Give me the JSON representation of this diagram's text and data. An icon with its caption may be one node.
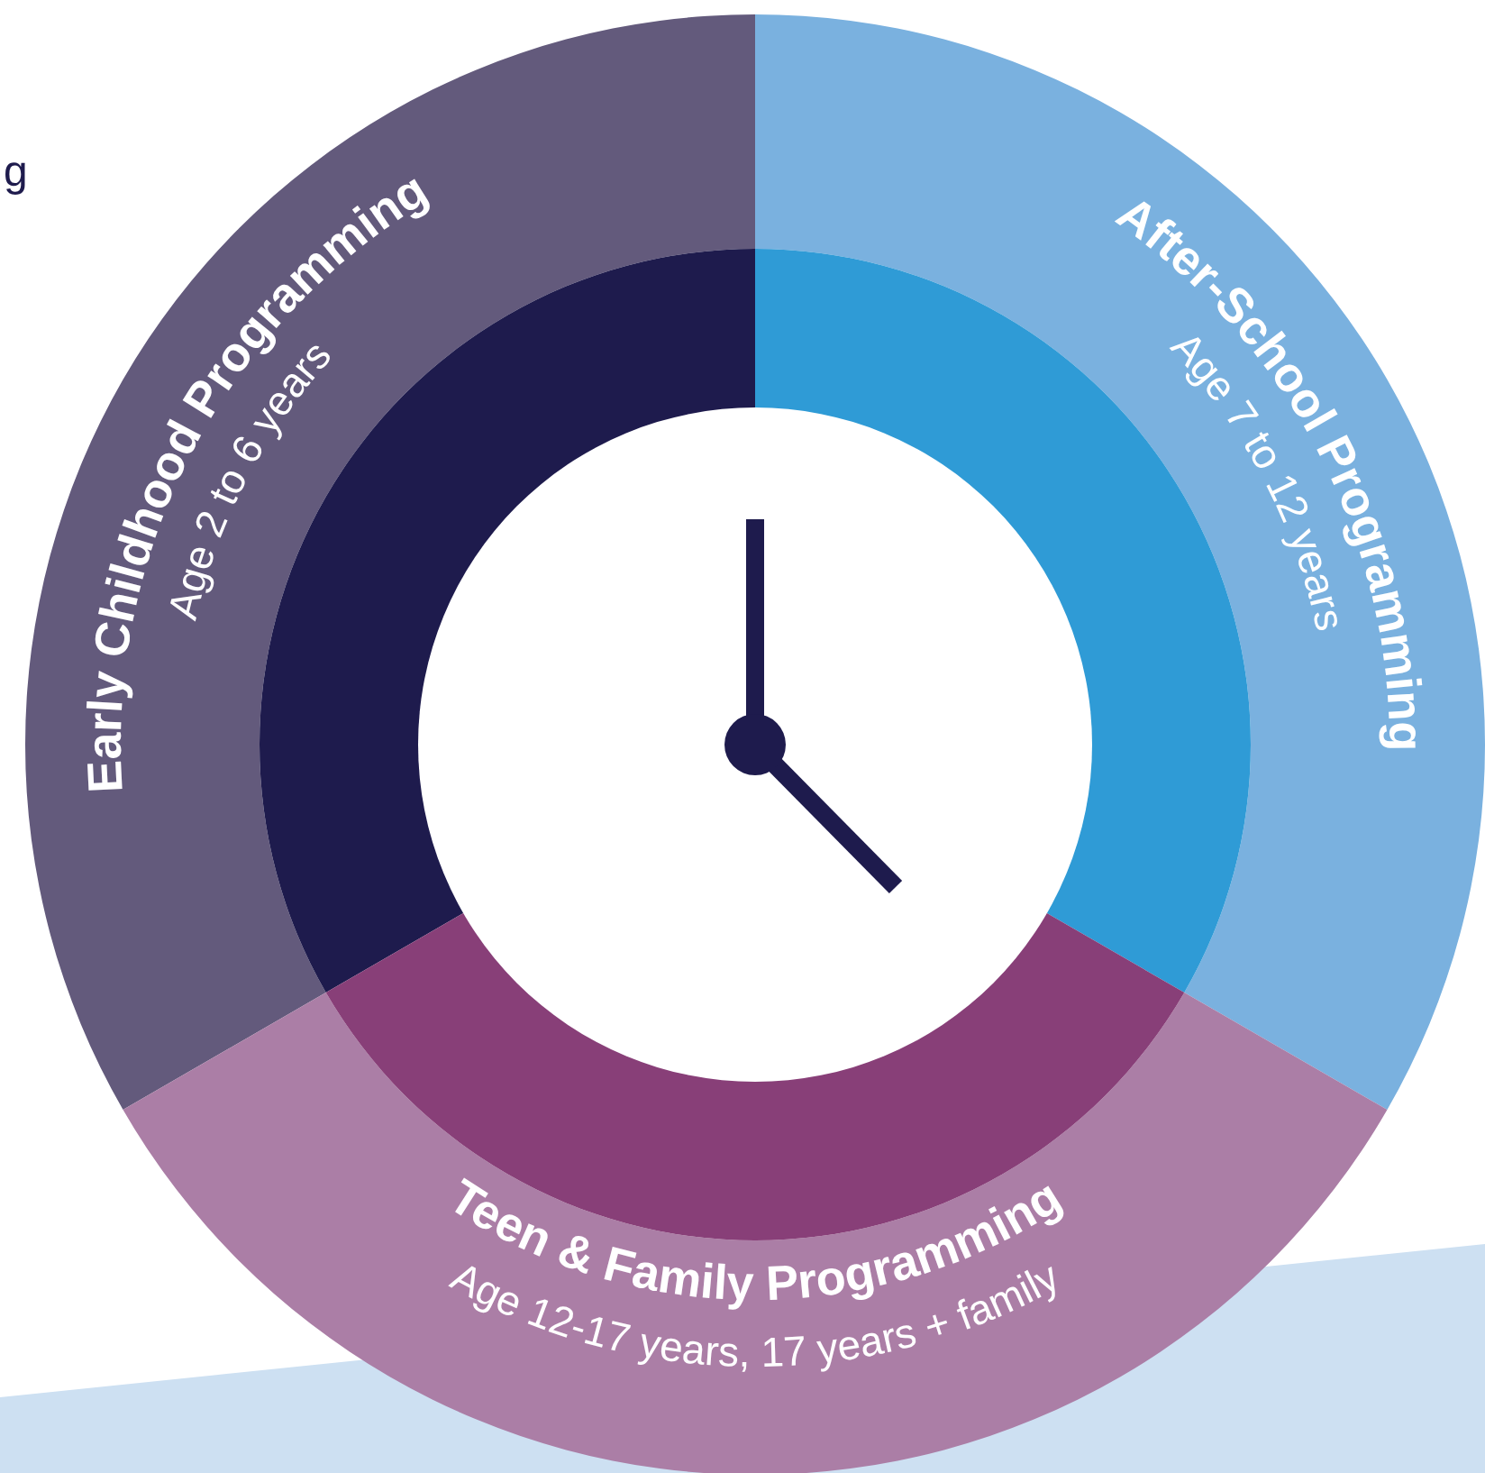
{
  "diagram": {
    "nodes": [
      {
        "text": [
          "Early Childhood Programming",
          "Age 2 to 6 years"
        ]
      },
      {
        "text": [
          "After-School Programming",
          "Age 7 to 12 years"
        ]
      },
      {
        "text": [
          "Teen & Family Programming",
          "Age 12-17 years, 17 years + family"
        ]
      }
    ],
    "labels": [
      "g"
    ]
  }
}
